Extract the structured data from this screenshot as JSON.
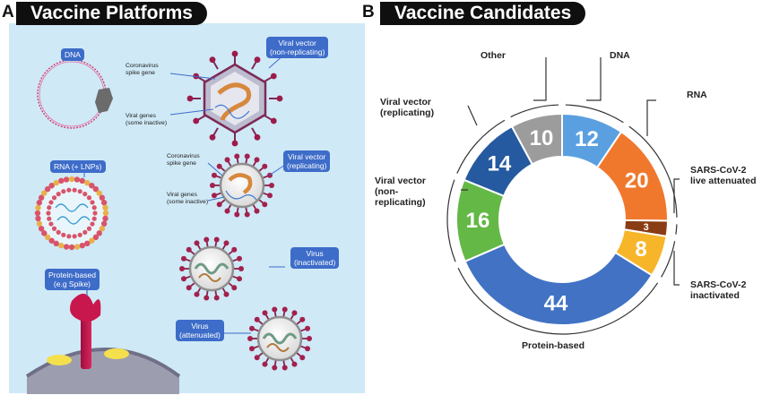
{
  "panel_a": {
    "letter": "A",
    "title": "Vaccine Platforms",
    "tags": {
      "dna": "DNA",
      "rna": "RNA (+ LNPs)",
      "protein": [
        "Protein-based",
        "(e.g Spike)"
      ],
      "vv_nonrep": [
        "Viral vector",
        "(non-replicating)"
      ],
      "vv_rep": [
        "Viral vector",
        "(replicating)"
      ],
      "virus_inact": [
        "Virus",
        "(inactivated)"
      ],
      "virus_att": [
        "Virus",
        "(attenuated)"
      ]
    },
    "annotations": {
      "spike1": [
        "Coronavirus",
        "spike gene"
      ],
      "genes1": [
        "Viral genes",
        "(some inactive)"
      ],
      "spike2": [
        "Coronavirus",
        "spike gene"
      ],
      "genes2": [
        "Viral genes",
        "(some inactive)"
      ]
    }
  },
  "panel_b": {
    "letter": "B",
    "title": "Vaccine Candidates"
  },
  "chart_data": {
    "type": "pie",
    "title": "Vaccine Candidates",
    "slices": [
      {
        "label": "DNA",
        "value": 12,
        "color": "#5aa0e0"
      },
      {
        "label": "RNA",
        "value": 20,
        "color": "#f0782d"
      },
      {
        "label": "SARS-CoV-2 live attenuated",
        "value": 3,
        "color": "#8a3c14"
      },
      {
        "label": "SARS-CoV-2 inactivated",
        "value": 8,
        "color": "#f7b52a"
      },
      {
        "label": "Protein-based",
        "value": 44,
        "color": "#4172c4"
      },
      {
        "label": "Viral vector (non-replicating)",
        "value": 16,
        "color": "#63b846"
      },
      {
        "label": "Viral vector (replicating)",
        "value": 14,
        "color": "#255aa0"
      },
      {
        "label": "Other",
        "value": 10,
        "color": "#9c9c9c"
      }
    ],
    "outer_labels": {
      "other": [
        "Other"
      ],
      "dna": [
        "DNA"
      ],
      "rna": [
        "RNA"
      ],
      "live": [
        "SARS-CoV-2",
        "live attenuated"
      ],
      "inact": [
        "SARS-CoV-2",
        "inactivated"
      ],
      "protein": [
        "Protein-based"
      ],
      "vv_nonrep": [
        "Viral vector",
        "(non-",
        "replicating)"
      ],
      "vv_rep": [
        "Viral vector",
        "(replicating)"
      ]
    }
  }
}
